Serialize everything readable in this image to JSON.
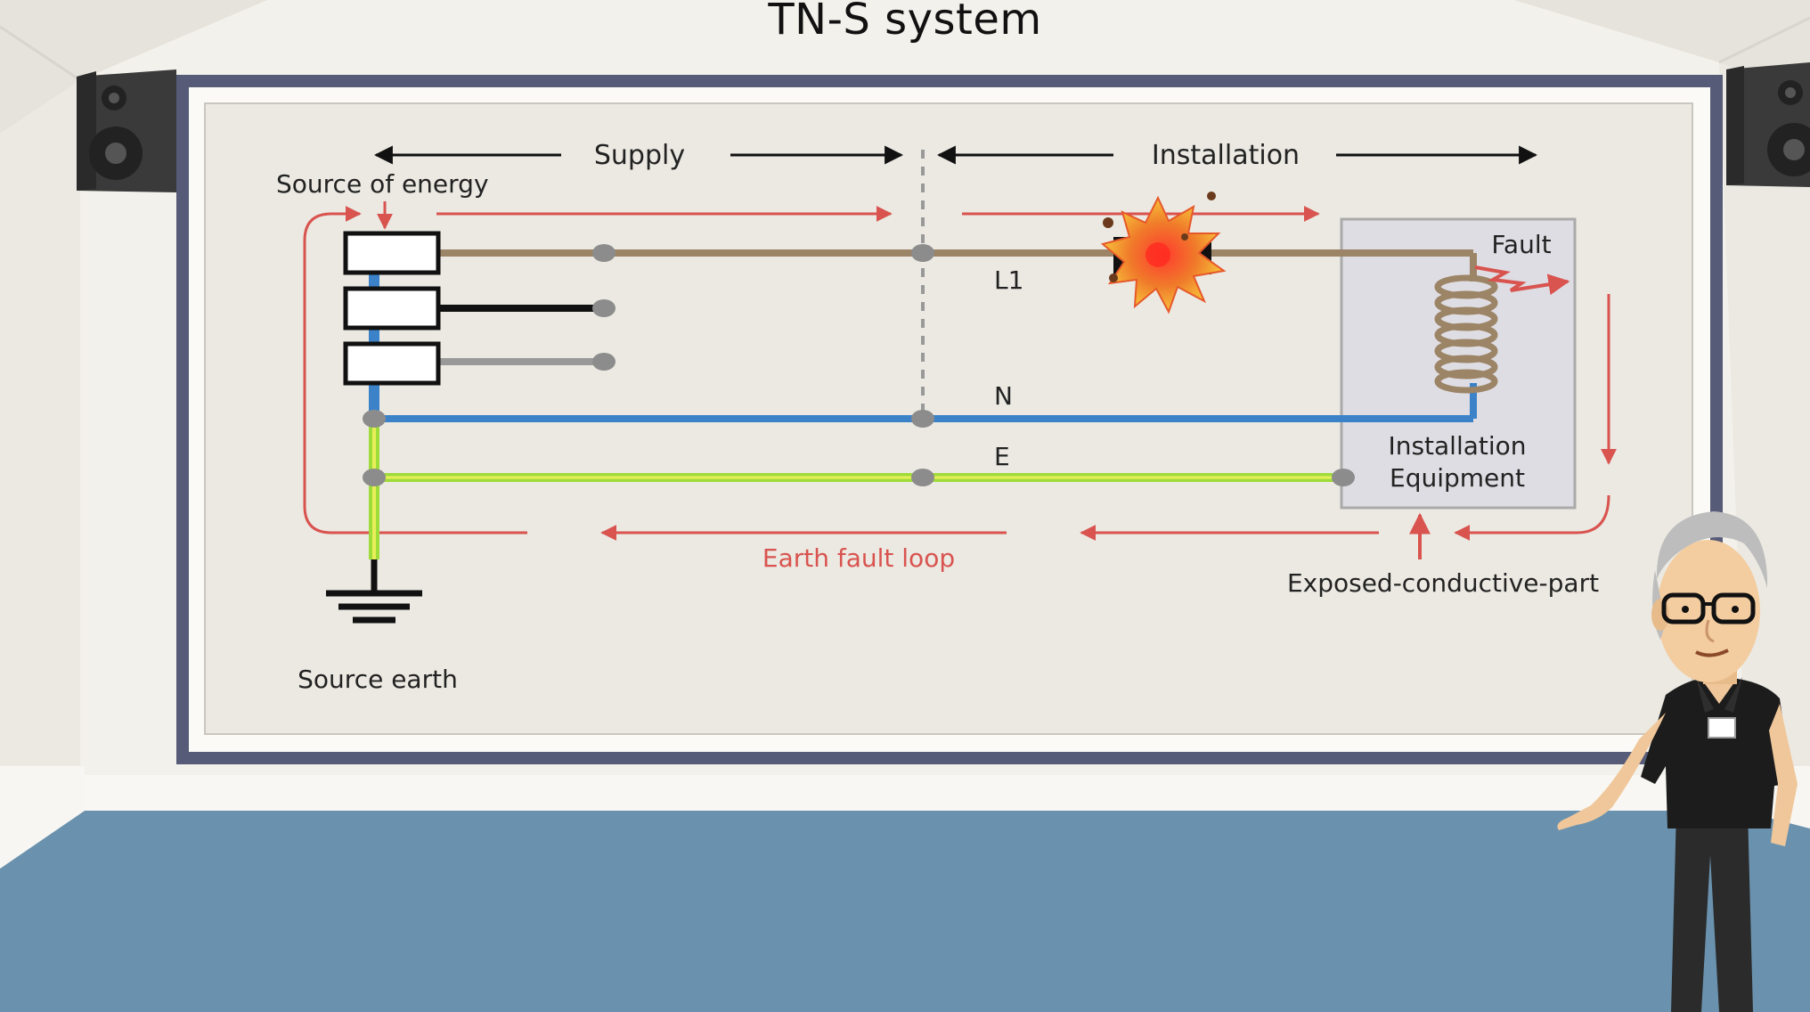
{
  "caption": "TN-S system",
  "diagram": {
    "supply_label": "Supply",
    "installation_label": "Installation",
    "source_of_energy_label": "Source of energy",
    "conductor_l1": "L1",
    "conductor_n": "N",
    "conductor_e": "E",
    "fault_label": "Fault",
    "equipment_label_line1": "Installation",
    "equipment_label_line2": "Equipment",
    "earth_fault_loop_label": "Earth fault loop",
    "exposed_part_label": "Exposed-conductive-part",
    "source_earth_label": "Source earth"
  },
  "colors": {
    "l1_wire": "#9c8466",
    "neutral_wire": "#3b82c8",
    "earth_wire": "#9edc3a",
    "loop_arrow": "#d9534f",
    "board_frame": "#565b78",
    "board_face": "#ebe9e2",
    "floor": "#6a92ae"
  }
}
